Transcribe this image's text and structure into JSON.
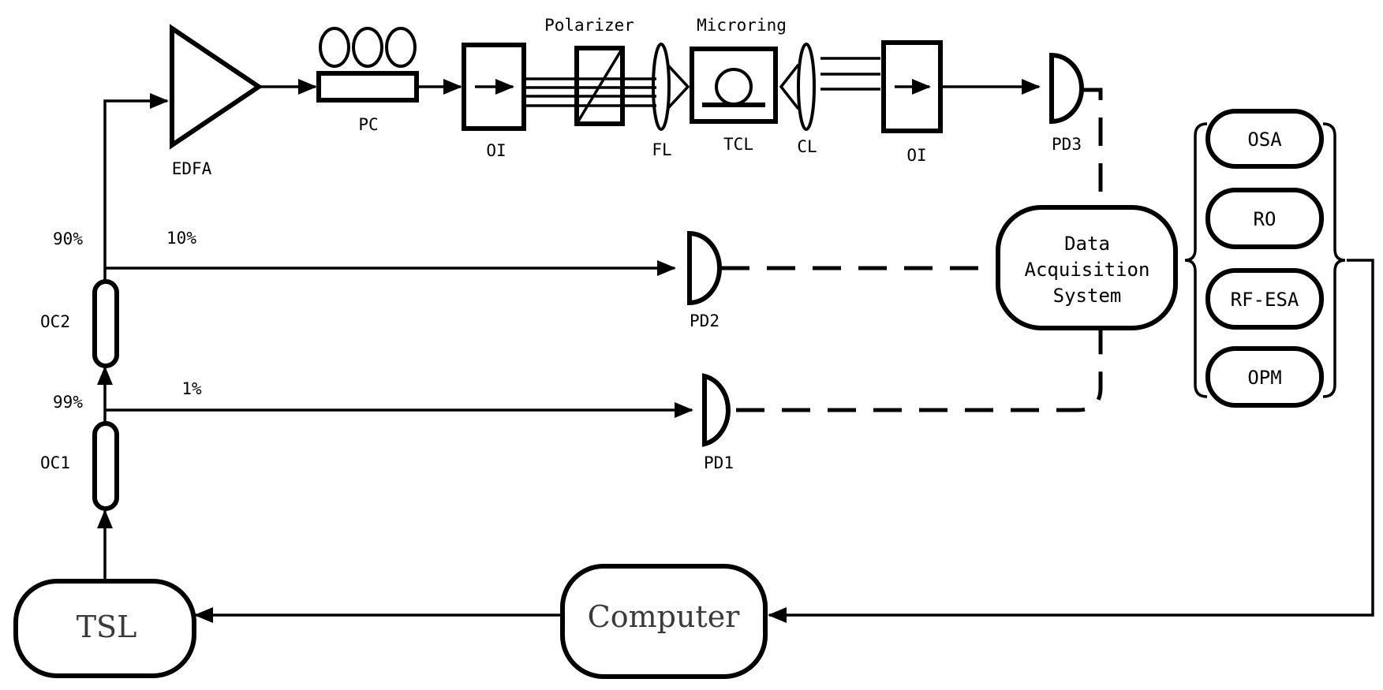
{
  "components": {
    "edfa": "EDFA",
    "pc": "PC",
    "oi_input": "OI",
    "polarizer": "Polarizer",
    "fl": "FL",
    "microring": "Microring",
    "tcl": "TCL",
    "cl": "CL",
    "oi_output": "OI",
    "pd3": "PD3",
    "pd2": "PD2",
    "pd1": "PD1",
    "oc2": "OC2",
    "oc1": "OC1",
    "tsl": "TSL",
    "computer": "Computer",
    "daq_line1": "Data",
    "daq_line2": "Acquisition",
    "daq_line3": "System"
  },
  "ratios": {
    "oc2_main": "90%",
    "oc2_tap": "10%",
    "oc1_main": "99%",
    "oc1_tap": "1%"
  },
  "instruments": [
    "OSA",
    "RO",
    "RF-ESA",
    "OPM"
  ]
}
